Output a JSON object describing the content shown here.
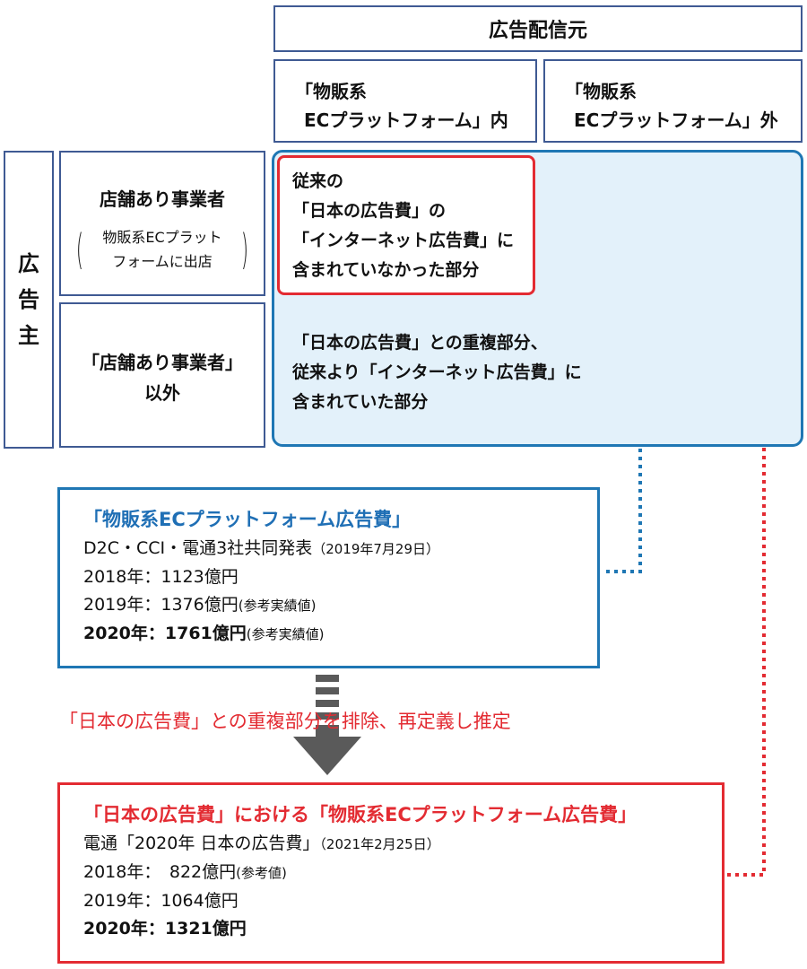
{
  "header": {
    "title": "広告配信元",
    "col_inside": [
      "「物販系",
      "ECプラットフォーム」内"
    ],
    "col_outside": [
      "「物販系",
      "ECプラットフォーム」外"
    ]
  },
  "advertiser": {
    "label": [
      "広",
      "告",
      "主"
    ],
    "row1": {
      "title": "店舗あり事業者",
      "note": [
        "物販系ECプラット",
        "フォームに出店"
      ]
    },
    "row2": {
      "title": "「店舗あり事業者」",
      "title2": "以外"
    }
  },
  "region": {
    "red_lines": [
      "従来の",
      "「日本の広告費」の",
      "「インターネット広告費」に",
      "含まれていなかった部分"
    ],
    "blue_lines": [
      "「日本の広告費」との重複部分、",
      "従来より「インターネット広告費」に",
      "含まれていた部分"
    ]
  },
  "box_blue": {
    "title": "「物販系ECプラットフォーム広告費」",
    "source": "D2C・CCI・電通3社共同発表",
    "source_date": "（2019年7月29日）",
    "rows": [
      {
        "label": "2018年：1123億円",
        "note": ""
      },
      {
        "label": "2019年：1376億円",
        "note": "(参考実績値)"
      },
      {
        "label": "2020年：1761億円",
        "note": "(参考実績値)"
      }
    ]
  },
  "arrow_note": "「日本の広告費」との重複部分を排除、再定義し推定",
  "box_red": {
    "title": "「日本の広告費」における「物販系ECプラットフォーム広告費」",
    "source": "電通「2020年 日本の広告費」",
    "source_date": "（2021年2月25日）",
    "rows": [
      {
        "label": "2018年：　822億円",
        "note": "(参考値)"
      },
      {
        "label": "2019年：1064億円",
        "note": ""
      },
      {
        "label": "2020年：1321億円",
        "note": ""
      }
    ]
  },
  "colors": {
    "blue": "#1f77b4",
    "red": "#e32b32",
    "navy": "#3f5a93",
    "region_fill": "#e3f1fa",
    "arrow": "#5a5a5a"
  }
}
